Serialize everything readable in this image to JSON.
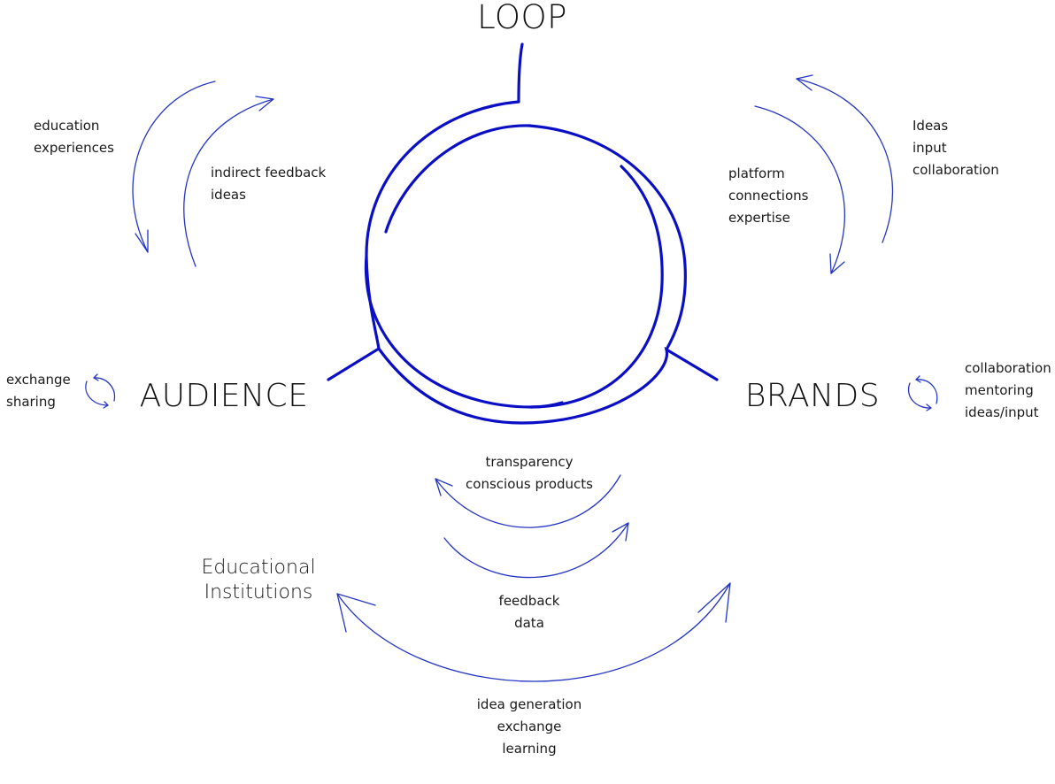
{
  "diagram": {
    "title": "LOOP",
    "nodes": {
      "audience": "AUDIENCE",
      "brands": "BRANDS",
      "education": [
        "Educational",
        "Institutions"
      ]
    },
    "flows": {
      "loop_to_audience": [
        "education",
        "experiences"
      ],
      "audience_to_loop": [
        "indirect feedback",
        "ideas"
      ],
      "loop_to_brands": [
        "platform",
        "connections",
        "expertise"
      ],
      "brands_to_loop": [
        "Ideas",
        "input",
        "collaboration"
      ],
      "audience_self": [
        "exchange",
        "sharing"
      ],
      "brands_self": [
        "collaboration",
        "mentoring",
        "ideas/input"
      ],
      "brands_to_audience": [
        "transparency",
        "conscious products"
      ],
      "audience_to_brands": [
        "feedback",
        "data"
      ],
      "education_exchange": [
        "idea generation",
        "exchange",
        "learning"
      ]
    },
    "icons": {
      "audience_cycle": "cycle-arrows-icon",
      "brands_cycle": "cycle-arrows-icon"
    },
    "colors": {
      "loop_stroke": "#0b0fc4",
      "arrow_stroke": "#2435c2",
      "text": "#1a1a1a"
    }
  }
}
